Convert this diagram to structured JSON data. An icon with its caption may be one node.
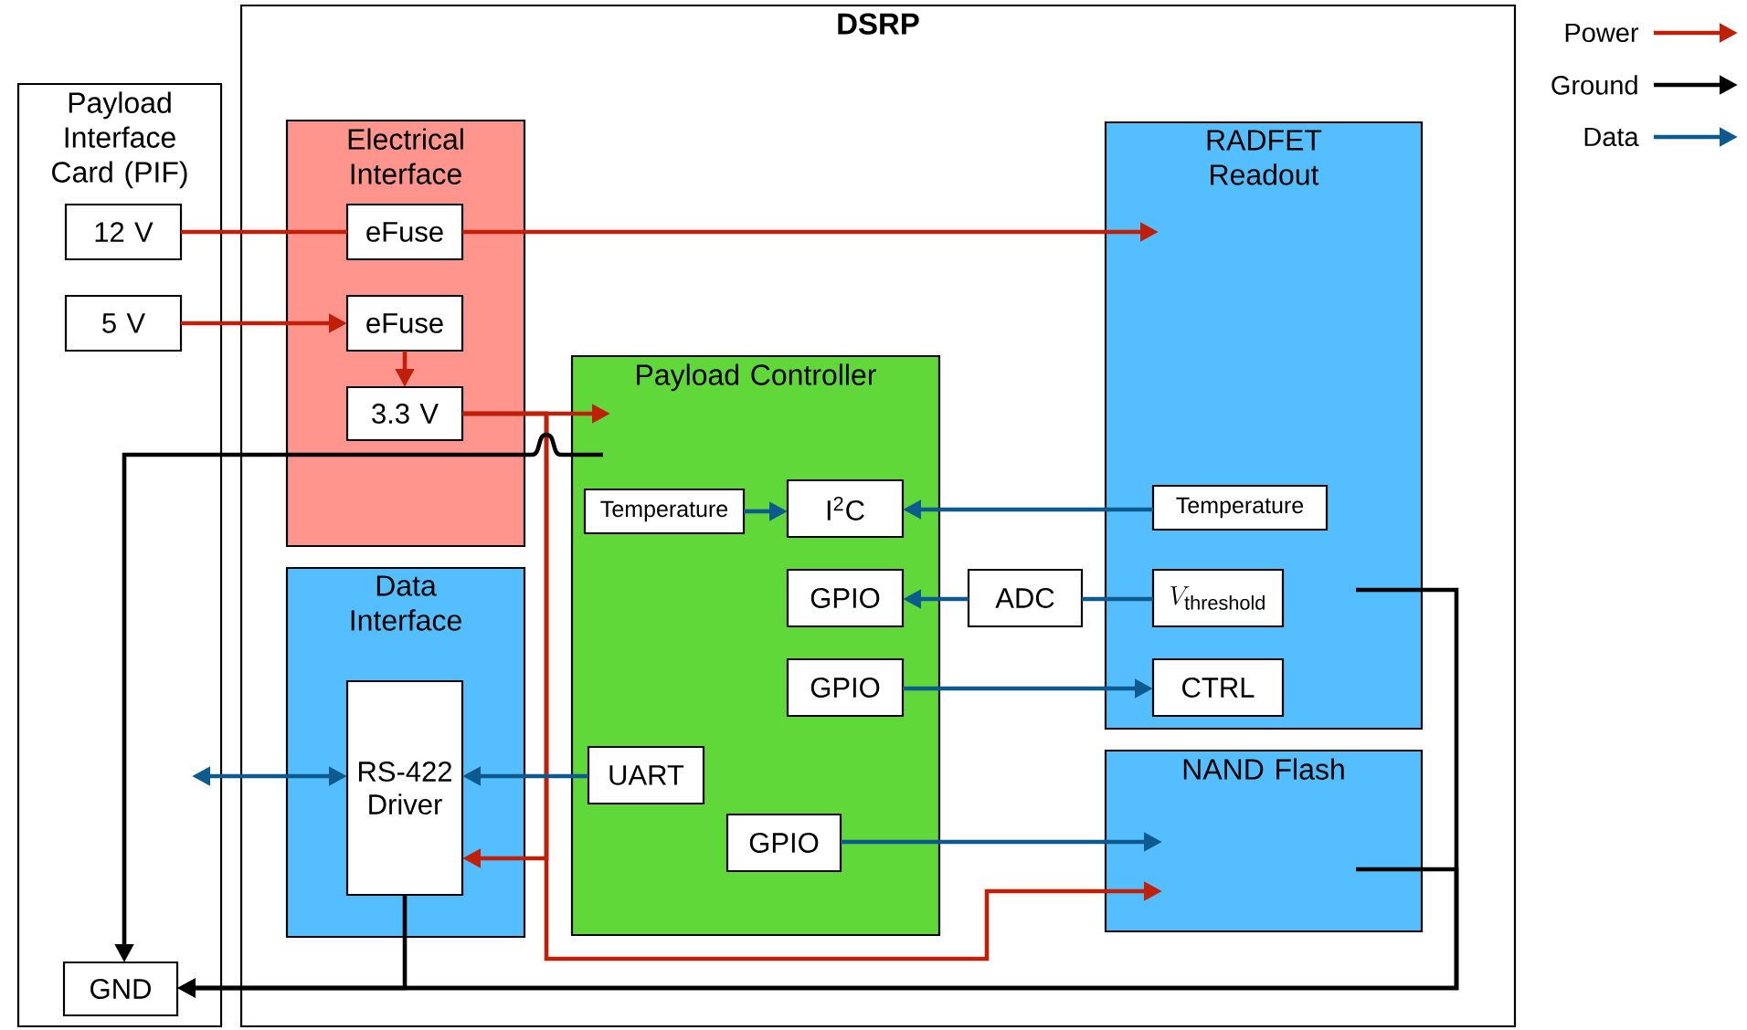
{
  "diagram": {
    "nodes": [
      {
        "text": [
          "DSRP"
        ]
      },
      {
        "text": [
          "Payload Interface Card (PIF)"
        ]
      },
      {
        "text": [
          "12 V"
        ],
        "in": 1
      },
      {
        "text": [
          "5 V"
        ],
        "in": 1
      },
      {
        "text": [
          "Electrical Interface"
        ],
        "in": 0
      },
      {
        "text": [
          "eFuse"
        ],
        "in": 4
      },
      {
        "text": [
          "eFuse"
        ],
        "in": 4
      },
      {
        "text": [
          "3.3 V"
        ],
        "in": 4
      },
      {
        "text": [
          "Data Interface"
        ],
        "in": 0
      },
      {
        "text": [
          "RS-422 Driver"
        ],
        "in": 8
      },
      {
        "text": [
          "Payload Controller"
        ],
        "in": 0
      },
      {
        "text": [
          "Temperature"
        ],
        "in": 10
      },
      {
        "text": [
          "I$^{2}$C"
        ],
        "in": 10
      },
      {
        "text": [
          "GPIO"
        ],
        "in": 10
      },
      {
        "text": [
          "GPIO"
        ],
        "in": 10
      },
      {
        "text": [
          "UART"
        ],
        "in": 10
      },
      {
        "text": [
          "GPIO"
        ],
        "in": 10
      },
      {
        "text": [
          "ADC"
        ],
        "in": 0
      },
      {
        "text": [
          "RADFET Readout"
        ],
        "in": 0
      },
      {
        "text": [
          "Temperature"
        ],
        "in": 18
      },
      {
        "text": [
          "V_{\\mathrm{threshold}}"
        ],
        "in": 18
      },
      {
        "text": [
          "CTRL"
        ],
        "in": 18
      },
      {
        "text": [
          "NAND Flash"
        ],
        "in": 0
      },
      {
        "text": [
          "GND"
        ],
        "in": 1
      }
    ],
    "edges": [
      {
        "from": 2,
        "to": 5,
        "arrow": "none",
        "color": "#c0200a"
      },
      {
        "from": 5,
        "to": 18,
        "arrow": "to",
        "color": "#c0200a"
      },
      {
        "from": 3,
        "to": 6,
        "arrow": "to",
        "color": "#c0200a"
      },
      {
        "from": 6,
        "to": 7,
        "arrow": "to",
        "color": "#c0200a"
      },
      {
        "from": 7,
        "to": 10,
        "arrow": "to",
        "color": "#c0200a"
      },
      {
        "from": 7,
        "to": 9,
        "arrow": "to",
        "color": "#c0200a"
      },
      {
        "from": 7,
        "to": 22,
        "arrow": "to",
        "color": "#c0200a"
      },
      {
        "from": 10,
        "to": 23,
        "arrow": "to",
        "color": "#000000"
      },
      {
        "from": 9,
        "to": 23,
        "arrow": "to",
        "color": "#000000"
      },
      {
        "from": 18,
        "to": 23,
        "arrow": "to",
        "color": "#000000"
      },
      {
        "from": 22,
        "to": 23,
        "arrow": "to",
        "color": "#000000"
      },
      {
        "from": 11,
        "to": 12,
        "arrow": "to"
      },
      {
        "from": 19,
        "to": 12,
        "arrow": "to"
      },
      {
        "from": 20,
        "to": 17,
        "arrow": "none"
      },
      {
        "from": 17,
        "to": 13,
        "arrow": "to"
      },
      {
        "from": 14,
        "to": 21,
        "arrow": "to"
      },
      {
        "from": 15,
        "to": 9,
        "arrow": "to"
      },
      {
        "from": 16,
        "to": 22,
        "arrow": "to"
      },
      {
        "from": 1,
        "to": 9,
        "arrow": "both"
      }
    ],
    "legend": [
      {
        "text": "Power"
      },
      {
        "text": "Ground"
      },
      {
        "text": "Data"
      }
    ]
  }
}
